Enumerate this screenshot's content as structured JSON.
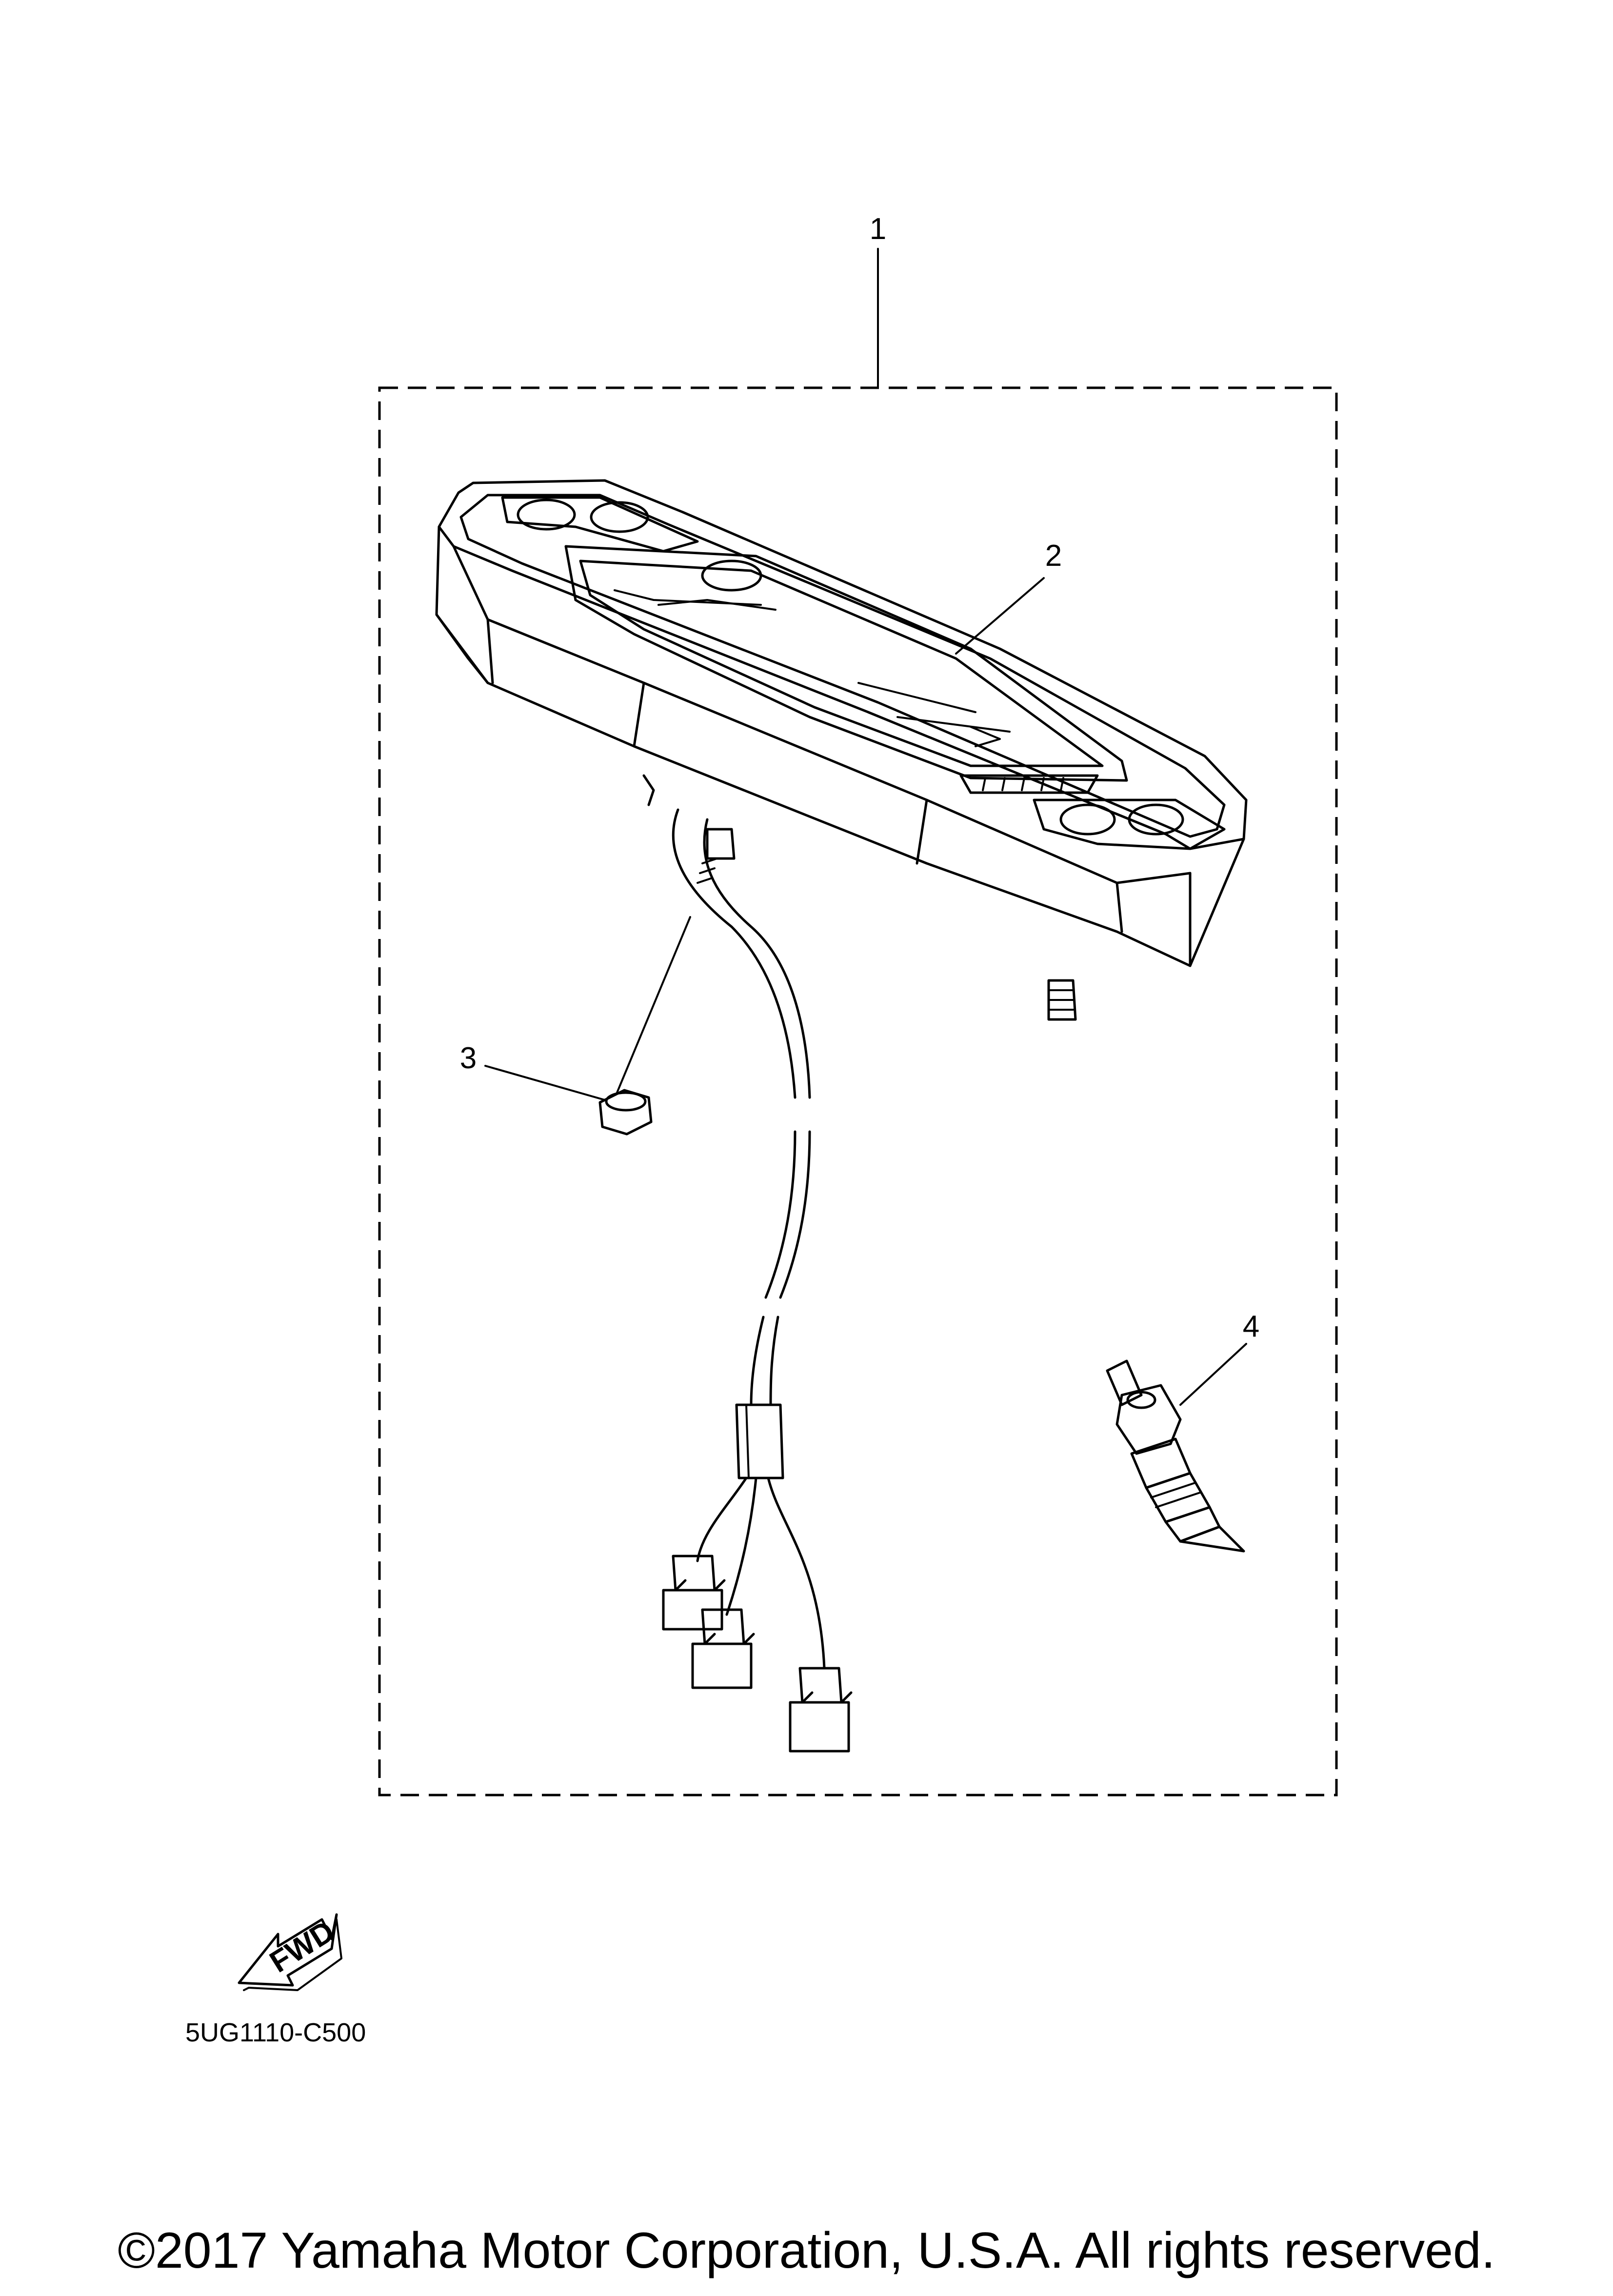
{
  "callouts": [
    "1",
    "2",
    "3",
    "4"
  ],
  "fwd_label": "FWD",
  "diagram_code": "5UG1110-C500",
  "copyright": "©2017 Yamaha Motor Corporation, U.S.A. All rights reserved.",
  "icons": [
    "fwd-arrow-icon"
  ],
  "colors": {
    "line": "#000000",
    "background": "#ffffff"
  }
}
